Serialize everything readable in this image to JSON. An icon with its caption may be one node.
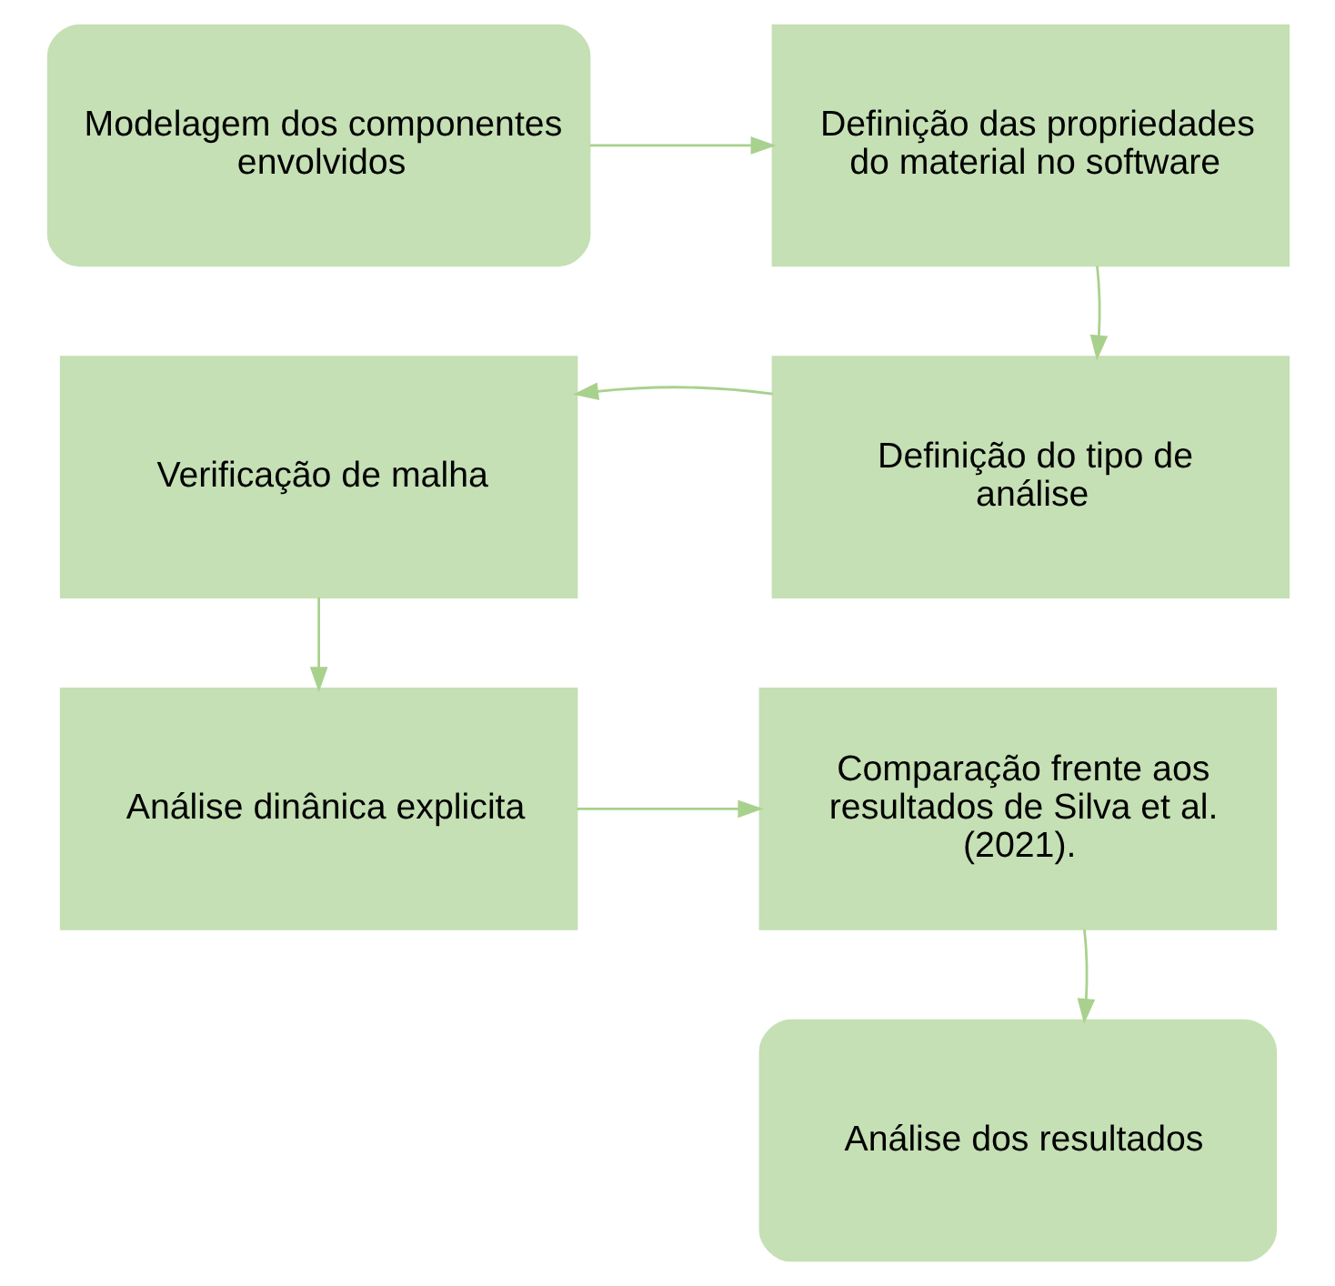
{
  "diagram": {
    "nodes": [
      {
        "text": [
          "Modelagem dos componentes envolvidos"
        ]
      },
      {
        "text": [
          "Definição das propriedades do material no software"
        ]
      },
      {
        "text": [
          "Definição do tipo de análise"
        ]
      },
      {
        "text": [
          "Verificação de malha"
        ]
      },
      {
        "text": [
          "Análise dinânica explicita"
        ]
      },
      {
        "text": [
          "Comparação frente aos resultados de Silva et al. (2021)."
        ]
      },
      {
        "text": [
          "Análise dos resultados"
        ]
      }
    ],
    "edges": [
      {
        "from": 0,
        "to": 1,
        "arrow": "to"
      },
      {
        "from": 1,
        "to": 2,
        "arrow": "to"
      },
      {
        "from": 2,
        "to": 3,
        "arrow": "to"
      },
      {
        "from": 3,
        "to": 4,
        "arrow": "to"
      },
      {
        "from": 4,
        "to": 5,
        "arrow": "to"
      },
      {
        "from": 5,
        "to": 6,
        "arrow": "to"
      }
    ]
  }
}
